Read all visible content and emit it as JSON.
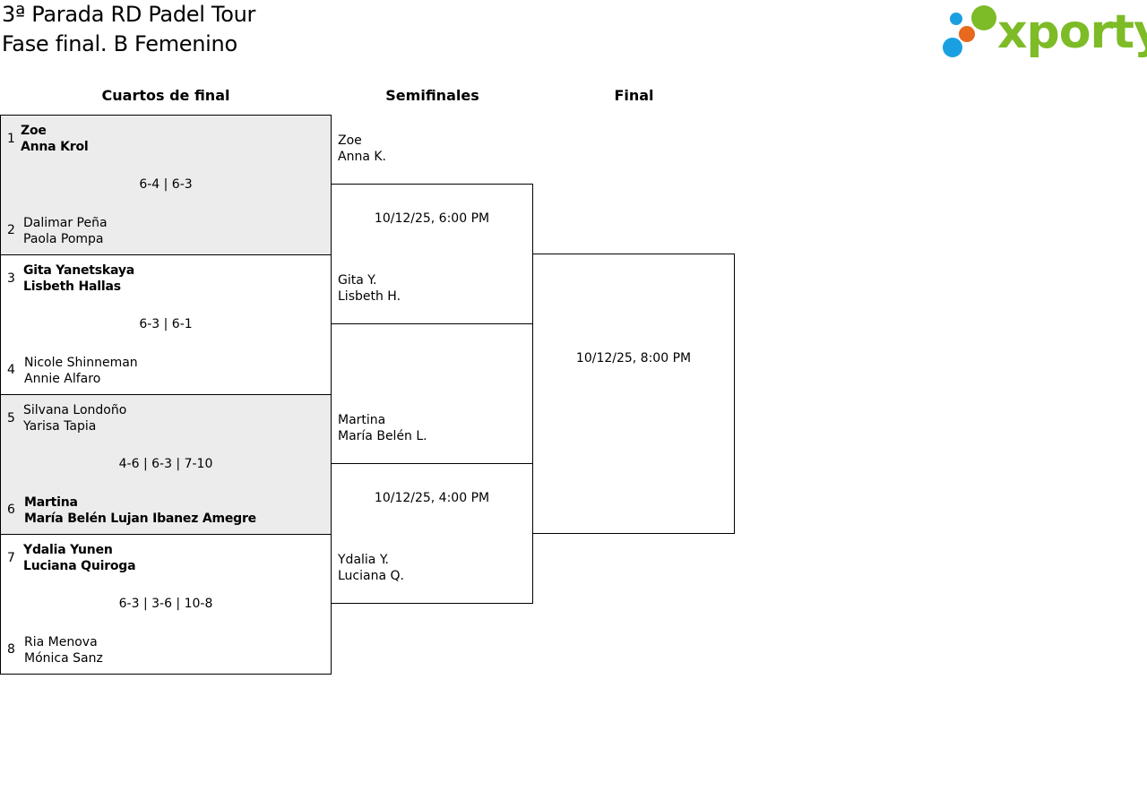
{
  "header": {
    "title": "3ª Parada RD Padel Tour",
    "subtitle": "Fase final. B Femenino"
  },
  "logo": {
    "text": "xporty",
    "colors": {
      "green": "#7dbb27",
      "orange": "#e8681d",
      "blue": "#1aa0e0"
    }
  },
  "rounds": {
    "quarterfinals": "Cuartos de final",
    "semifinals": "Semifinales",
    "final": "Final"
  },
  "quarterfinals": [
    {
      "top": {
        "seed": "1",
        "p1": "Zoe",
        "p2": "Anna Krol"
      },
      "score": "6-4 | 6-3",
      "bottom": {
        "seed": "2",
        "p1": "Dalimar Peña",
        "p2": "Paola Pompa"
      }
    },
    {
      "top": {
        "seed": "3",
        "p1": "Gita Yanetskaya",
        "p2": "Lisbeth Hallas"
      },
      "score": "6-3 | 6-1",
      "bottom": {
        "seed": "4",
        "p1": "Nicole Shinneman",
        "p2": "Annie Alfaro"
      }
    },
    {
      "top": {
        "seed": "5",
        "p1": "Silvana Londoño",
        "p2": "Yarisa Tapia"
      },
      "score": "4-6 | 6-3 | 7-10",
      "bottom": {
        "seed": "6",
        "p1": "Martina",
        "p2": "María Belén Lujan Ibanez Amegre"
      }
    },
    {
      "top": {
        "seed": "7",
        "p1": "Ydalia Yunen",
        "p2": "Luciana Quiroga"
      },
      "score": "6-3 | 3-6 | 10-8",
      "bottom": {
        "seed": "8",
        "p1": "Ria Menova",
        "p2": "Mónica Sanz"
      }
    }
  ],
  "semifinals": [
    {
      "top": {
        "p1": "Zoe",
        "p2": "Anna K."
      },
      "date": "10/12/25, 6:00 PM",
      "bottom": {
        "p1": "Gita Y.",
        "p2": "Lisbeth H."
      }
    },
    {
      "top": {
        "p1": "Martina",
        "p2": "María Belén L."
      },
      "date": "10/12/25, 4:00 PM",
      "bottom": {
        "p1": "Ydalia Y.",
        "p2": "Luciana Q."
      }
    }
  ],
  "final": {
    "date": "10/12/25, 8:00 PM"
  }
}
